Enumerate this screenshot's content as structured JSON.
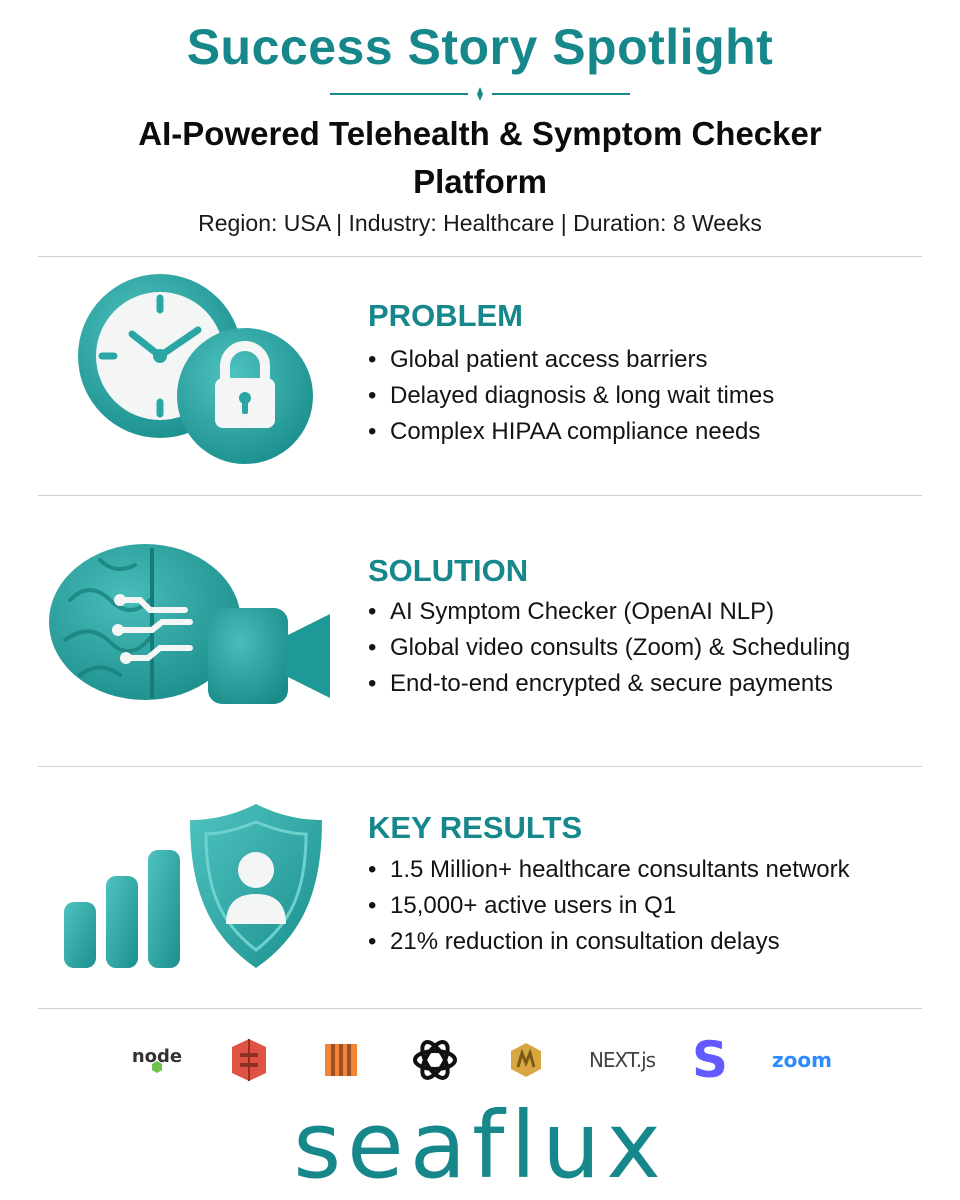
{
  "header": {
    "title": "Success Story Spotlight",
    "subtitle_line1": "AI-Powered Telehealth & Symptom Checker",
    "subtitle_line2": "Platform",
    "meta": "Region: USA | Industry: Healthcare | Duration: 8 Weeks"
  },
  "sections": [
    {
      "heading": "PROBLEM",
      "icon": "clock-lock-icon",
      "bullets": [
        "Global patient access barriers",
        "Delayed diagnosis & long wait times",
        "Complex HIPAA compliance needs"
      ]
    },
    {
      "heading": "SOLUTION",
      "icon": "brain-video-camera-icon",
      "bullets": [
        "AI Symptom Checker (OpenAI NLP)",
        "Global video consults (Zoom) & Scheduling",
        "End-to-end encrypted & secure payments"
      ]
    },
    {
      "heading": "KEY RESULTS",
      "icon": "growth-bars-shield-user-icon",
      "bullets": [
        "1.5 Million+ healthcare consultants network",
        "15,000+ active users in Q1",
        "21% reduction in consultation delays"
      ]
    }
  ],
  "tech_logos": [
    {
      "name": "nodejs-logo",
      "text": "node"
    },
    {
      "name": "aws-s3-logo"
    },
    {
      "name": "aws-ec2-logo"
    },
    {
      "name": "openai-logo"
    },
    {
      "name": "aws-amplify-logo"
    },
    {
      "name": "nextjs-logo",
      "text": "NEXT.js"
    },
    {
      "name": "stripe-logo",
      "text": "S"
    },
    {
      "name": "zoom-logo",
      "text": "zoom"
    }
  ],
  "brand": {
    "name": "seaflux"
  },
  "colors": {
    "accent": "#16878a",
    "icon_teal": "#2aa7a5",
    "divider": "#cfcfcf"
  }
}
